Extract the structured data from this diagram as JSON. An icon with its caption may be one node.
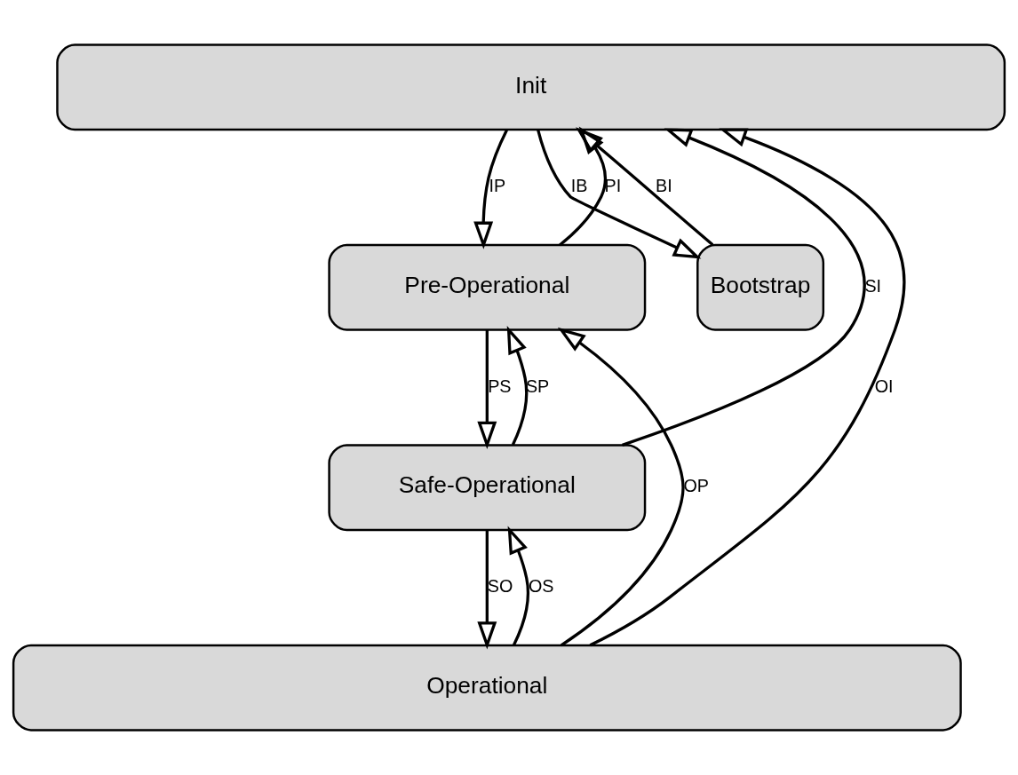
{
  "diagram": {
    "nodes": [
      {
        "text": [
          "Init"
        ]
      },
      {
        "text": [
          "Pre-Operational"
        ]
      },
      {
        "text": [
          "Bootstrap"
        ]
      },
      {
        "text": [
          "Safe-Operational"
        ]
      },
      {
        "text": [
          "Operational"
        ]
      }
    ],
    "edges": [
      {
        "from": 4,
        "to": 0,
        "arrow": "to",
        "label": "OI"
      },
      {
        "from": 1,
        "to": 0,
        "arrow": "to",
        "label": "PI"
      },
      {
        "from": 0,
        "to": 1,
        "arrow": "to",
        "label": "IP"
      },
      {
        "from": 3,
        "to": 0,
        "arrow": "to",
        "label": "SI"
      },
      {
        "from": 2,
        "to": 0,
        "arrow": "to",
        "label": "BI"
      },
      {
        "from": 0,
        "to": 2,
        "arrow": "to",
        "label": "IB"
      },
      {
        "from": 3,
        "to": 1,
        "arrow": "to",
        "label": "SP"
      },
      {
        "from": 1,
        "to": 3,
        "arrow": "to",
        "label": "PS"
      },
      {
        "from": 4,
        "to": 1,
        "arrow": "to",
        "label": "OP"
      },
      {
        "from": 4,
        "to": 3,
        "arrow": "to",
        "label": "OS"
      },
      {
        "from": 3,
        "to": 4,
        "arrow": "to",
        "label": "SO"
      }
    ]
  }
}
